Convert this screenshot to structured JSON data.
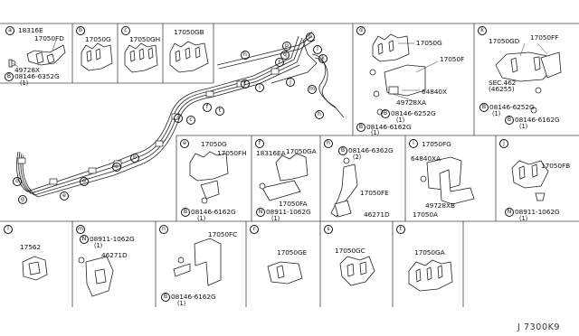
{
  "diagram_id": "J 7300K9",
  "panels": {
    "a": {
      "letter": "a",
      "parts": [
        "18316E",
        "17050FD",
        "49728X",
        "08146-6352G"
      ],
      "qty": [
        "(1)"
      ]
    },
    "b": {
      "letter": "b",
      "parts": [
        "17050G"
      ]
    },
    "c": {
      "letter": "c",
      "parts": [
        "17050GH"
      ]
    },
    "gb": {
      "parts": [
        "17050GB"
      ]
    },
    "d": {
      "letter": "d",
      "parts": [
        "17050G",
        "17050F",
        "49728XA",
        "64840X",
        "08146-6252G",
        "08146-6162G"
      ],
      "qty": [
        "(1)",
        "(1)"
      ]
    },
    "k": {
      "letter": "k",
      "parts": [
        "17050GD",
        "17050FF",
        "SEC.462",
        "(46255)",
        "08146-6252G",
        "08146-6162G"
      ],
      "qty": [
        "(1)",
        "(1)"
      ]
    },
    "main": {
      "callouts": [
        "a",
        "b",
        "c",
        "d",
        "e",
        "f",
        "g",
        "h",
        "i",
        "j",
        "k",
        "l",
        "m",
        "n",
        "o",
        "p",
        "q",
        "r",
        "s",
        "t"
      ]
    },
    "e": {
      "letter": "e",
      "parts": [
        "17050G",
        "17050FH",
        "08146-6162G"
      ],
      "qty": [
        "(1)"
      ]
    },
    "f": {
      "letter": "f",
      "parts": [
        "18316EA",
        "17050GA",
        "17050FA",
        "08911-1062G"
      ],
      "qty": [
        "(1)"
      ]
    },
    "h": {
      "letter": "h",
      "parts": [
        "08146-6362G",
        "17050FE",
        "46271D"
      ],
      "qty": [
        "(2)"
      ]
    },
    "i": {
      "letter": "i",
      "parts": [
        "17050FG",
        "64840XA",
        "49728XB",
        "17050A"
      ]
    },
    "j": {
      "letter": "j",
      "parts": [
        "17050FB",
        "08911-1062G"
      ],
      "qty": [
        "(1)"
      ]
    },
    "l": {
      "letter": "l",
      "parts": [
        "17562"
      ]
    },
    "m": {
      "letter": "m",
      "parts": [
        "08911-1062G",
        "46271D"
      ],
      "qty": [
        "(1)"
      ]
    },
    "nn": {
      "letter": "n",
      "parts": [
        "17050FC",
        "08146-6162G"
      ],
      "qty": [
        "(1)"
      ]
    },
    "r": {
      "letter": "r",
      "parts": [
        "17050GE"
      ]
    },
    "s": {
      "letter": "s",
      "parts": [
        "17050GC"
      ]
    },
    "tt": {
      "letter": "t",
      "parts": [
        "17050GA"
      ]
    },
    "B": "B",
    "N": "N"
  }
}
